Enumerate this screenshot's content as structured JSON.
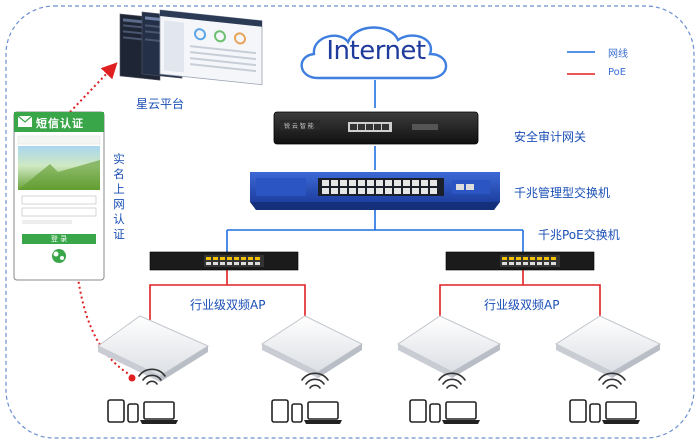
{
  "internet_label": "Internet",
  "legend": {
    "network_line": {
      "label": "网线",
      "color": "#1f6fe0"
    },
    "poe": {
      "label": "PoE",
      "color": "#e02020"
    }
  },
  "nodes": {
    "cloud_platform": "星云平台",
    "security_gateway": "安全审计网关",
    "gigabit_managed_switch": "千兆管理型交换机",
    "gigabit_poe_switch": "千兆PoE交换机",
    "ap_left": "行业级双频AP",
    "ap_right": "行业级双频AP"
  },
  "phone": {
    "header": "短信认证",
    "login_button": "登 录"
  },
  "realname_auth": [
    "实",
    "名",
    "上",
    "网",
    "认",
    "证"
  ],
  "colors": {
    "network_line": "#1f6fe0",
    "poe": "#e02020",
    "accent_blue": "#1a4fb5",
    "phone_green": "#3aa64a"
  },
  "icons": [
    "cloud-icon",
    "wifi-signal-icon",
    "tablet-icon",
    "phone-icon",
    "laptop-icon",
    "envelope-icon"
  ]
}
